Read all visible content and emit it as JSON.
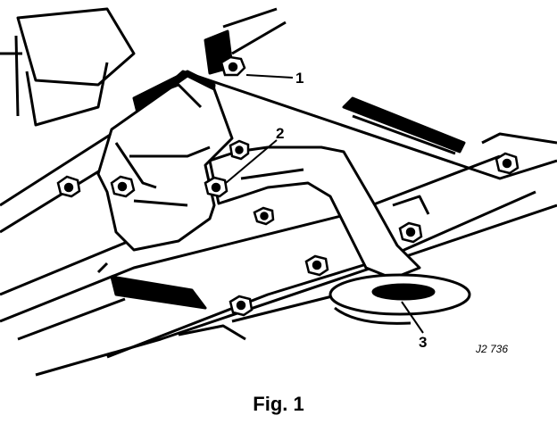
{
  "diagram": {
    "callouts": [
      {
        "id": "1",
        "label": "1"
      },
      {
        "id": "2",
        "label": "2"
      },
      {
        "id": "3",
        "label": "3"
      }
    ],
    "drawing_code": "J2 736"
  },
  "caption": "Fig. 1"
}
